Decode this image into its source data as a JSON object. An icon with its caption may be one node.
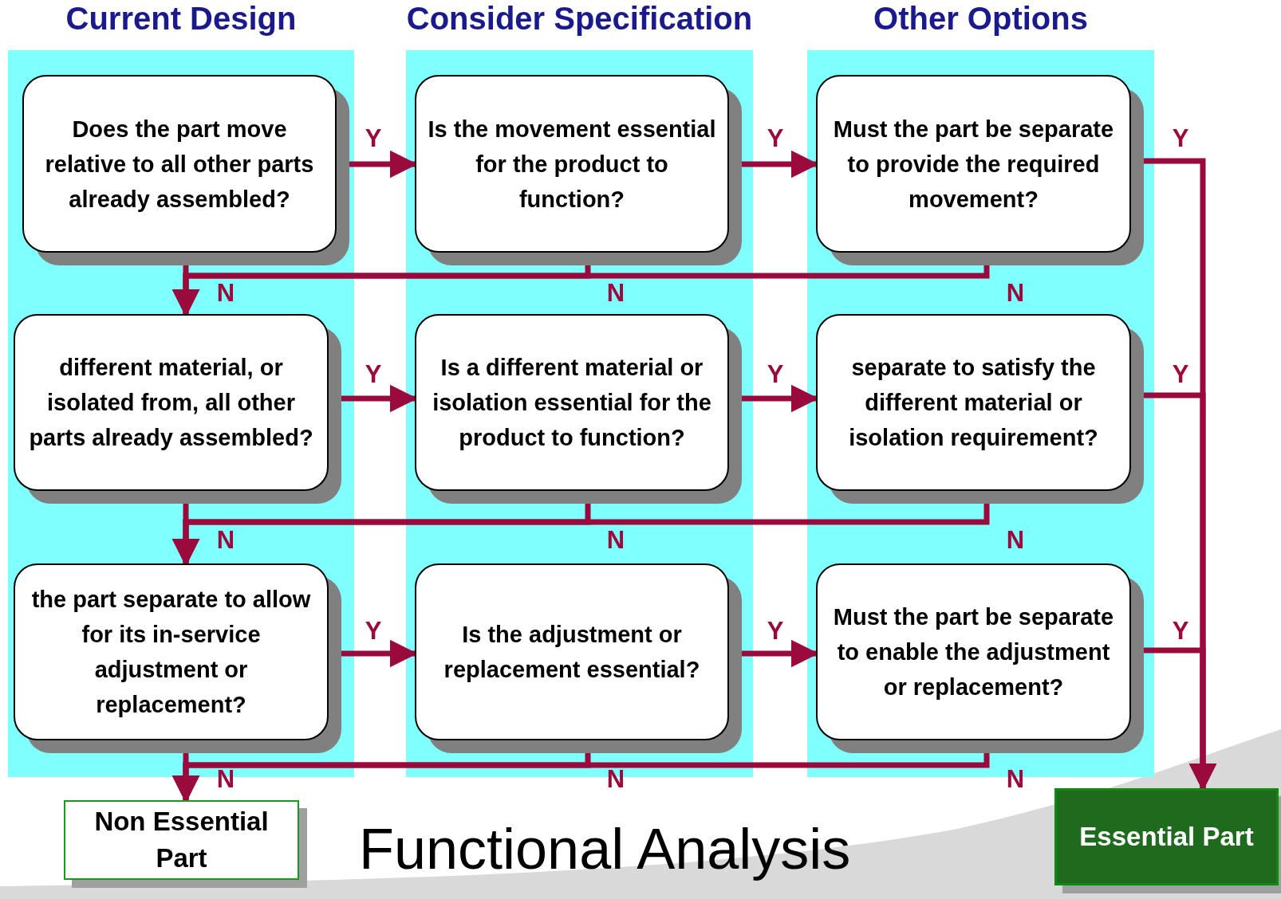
{
  "diagram": {
    "title": "Functional Analysis",
    "nodes": [
      {
        "text": [
          "Current Design"
        ]
      },
      {
        "text": [
          "Consider Specification"
        ]
      },
      {
        "text": [
          "Other Options"
        ]
      },
      {
        "text": [
          "Does the part move relative to all other parts already assembled?"
        ],
        "in": 0
      },
      {
        "text": [
          "Is the movement essential for the product to function?"
        ],
        "in": 1
      },
      {
        "text": [
          "Must the part be separate to provide the required movement?"
        ],
        "in": 2
      },
      {
        "text": [
          "different material, or isolated from, all other parts already assembled?"
        ],
        "in": 0
      },
      {
        "text": [
          "Is a different material or isolation essential for the product to function?"
        ],
        "in": 1
      },
      {
        "text": [
          "separate to satisfy the different material or isolation requirement?"
        ],
        "in": 2
      },
      {
        "text": [
          "the part separate to allow for its in-service adjustment or replacement?"
        ],
        "in": 0
      },
      {
        "text": [
          "Is the adjustment or replacement essential?"
        ],
        "in": 1
      },
      {
        "text": [
          "Must the part be separate to enable the adjustment or replacement?"
        ],
        "in": 2
      },
      {
        "text": [
          "Non Essential Part"
        ]
      },
      {
        "text": [
          "Essential Part"
        ]
      }
    ],
    "edges": [
      {
        "from": 3,
        "to": 4,
        "arrow": "to",
        "label": "Y"
      },
      {
        "from": 4,
        "to": 5,
        "arrow": "to",
        "label": "Y"
      },
      {
        "from": 5,
        "to": 13,
        "arrow": "to",
        "label": "Y"
      },
      {
        "from": 3,
        "to": 6,
        "arrow": "to",
        "label": "N"
      },
      {
        "from": 4,
        "to": 6,
        "arrow": "to",
        "label": "N"
      },
      {
        "from": 5,
        "to": 6,
        "arrow": "to",
        "label": "N"
      },
      {
        "from": 6,
        "to": 7,
        "arrow": "to",
        "label": "Y"
      },
      {
        "from": 7,
        "to": 8,
        "arrow": "to",
        "label": "Y"
      },
      {
        "from": 8,
        "to": 13,
        "arrow": "to",
        "label": "Y"
      },
      {
        "from": 6,
        "to": 9,
        "arrow": "to",
        "label": "N"
      },
      {
        "from": 7,
        "to": 9,
        "arrow": "to",
        "label": "N"
      },
      {
        "from": 8,
        "to": 9,
        "arrow": "to",
        "label": "N"
      },
      {
        "from": 9,
        "to": 10,
        "arrow": "to",
        "label": "Y"
      },
      {
        "from": 10,
        "to": 11,
        "arrow": "to",
        "label": "Y"
      },
      {
        "from": 11,
        "to": 13,
        "arrow": "to",
        "label": "Y"
      },
      {
        "from": 9,
        "to": 12,
        "arrow": "to",
        "label": "N"
      },
      {
        "from": 10,
        "to": 12,
        "arrow": "to",
        "label": "N"
      },
      {
        "from": 11,
        "to": 12,
        "arrow": "to",
        "label": "N"
      }
    ]
  }
}
